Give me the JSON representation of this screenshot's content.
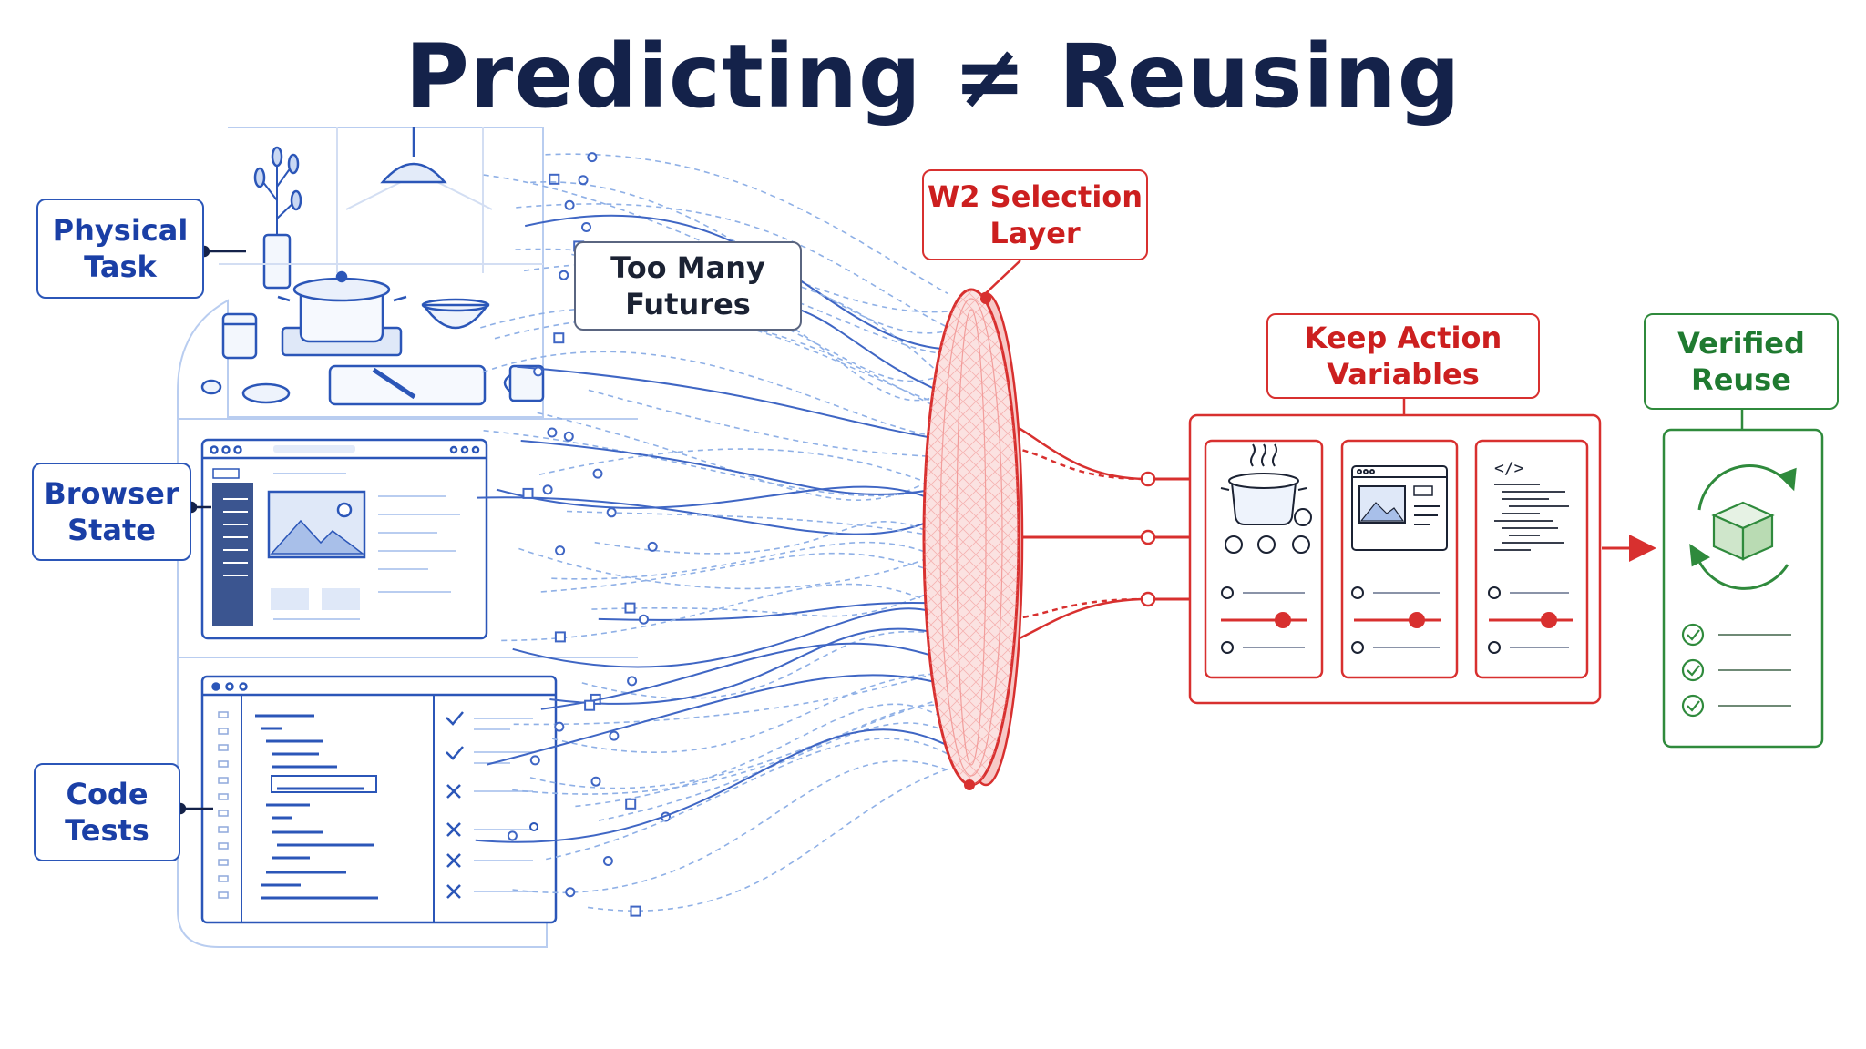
{
  "title": "Predicting ≠ Reusing",
  "inputs": {
    "physical_task": "Physical\nTask",
    "browser_state": "Browser\nState",
    "code_tests": "Code\nTests"
  },
  "too_many_futures": "Too Many\nFutures",
  "selection_layer": "W2 Selection\nLayer",
  "keep_action_variables": "Keep Action\nVariables",
  "verified_reuse": "Verified\nReuse",
  "code_glyph": "</>",
  "colors": {
    "navy": "#14224a",
    "blue": "#2b56b8",
    "light_blue": "#8fb0e6",
    "red": "#d8302f",
    "green": "#2f8a3c"
  }
}
